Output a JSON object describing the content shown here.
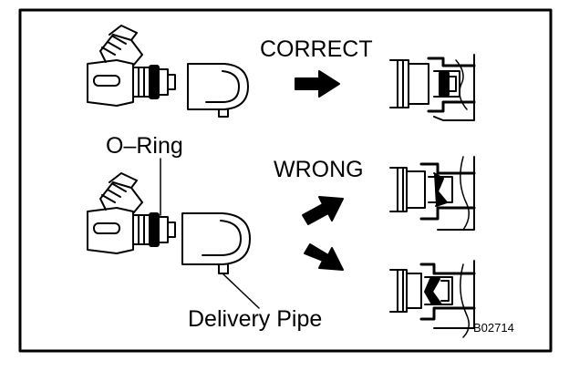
{
  "labels": {
    "correct": "CORRECT",
    "wrong": "WRONG",
    "o_ring": "O–Ring",
    "delivery_pipe": "Delivery Pipe",
    "figure_code": "B02714"
  },
  "colors": {
    "ink": "#000000",
    "paper": "#ffffff"
  }
}
